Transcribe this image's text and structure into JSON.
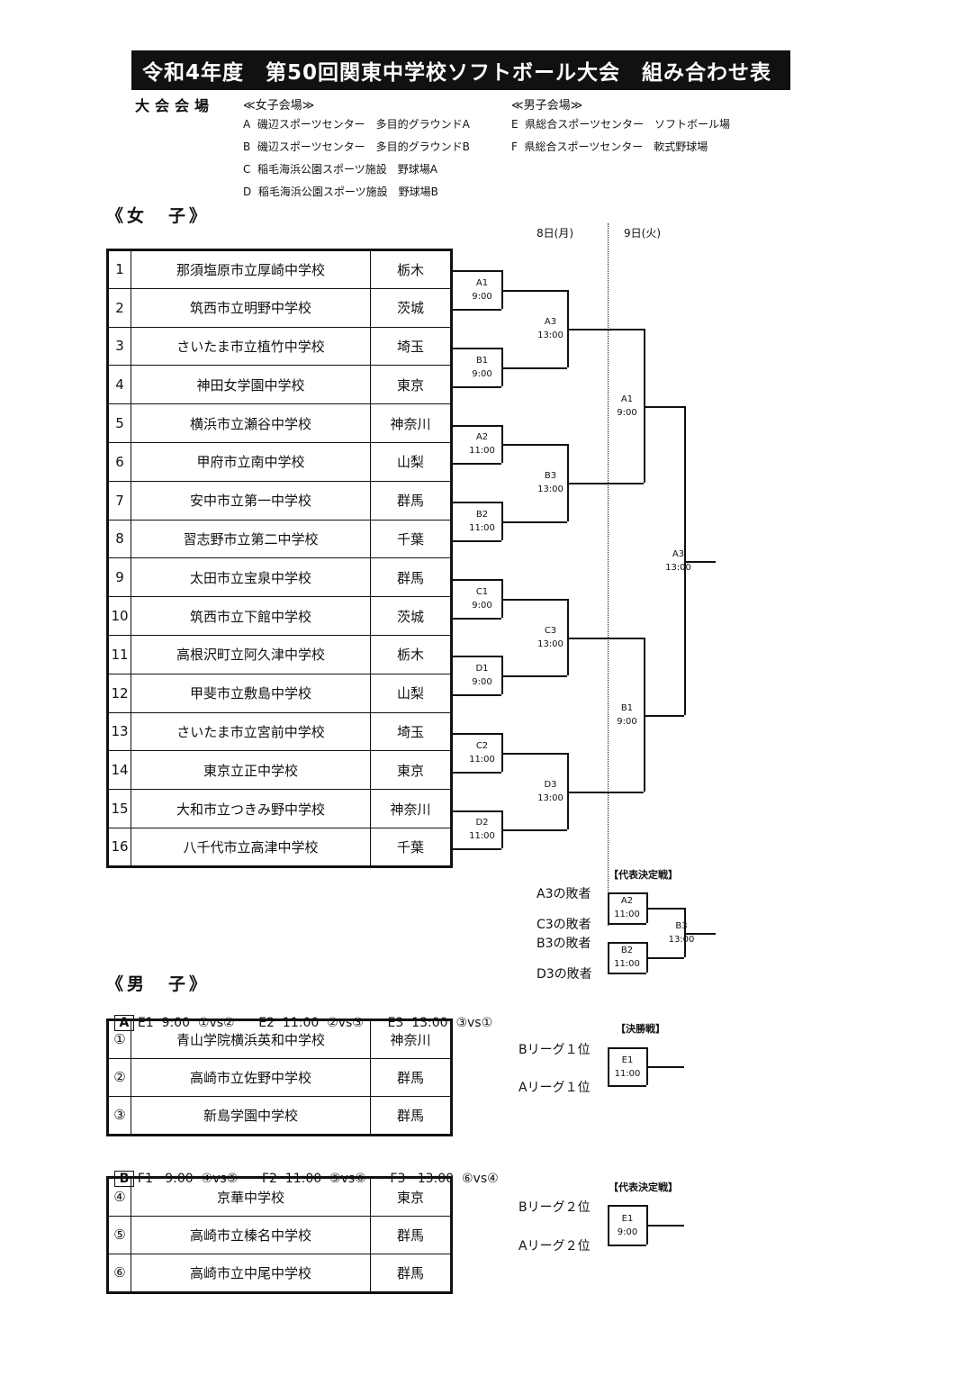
{
  "title": "令和4年度　第50回関東中学校ソフトボール大会　組み合わせ表",
  "venues": {
    "label": "大会会場",
    "girls_heading": "≪女子会場≫",
    "boys_heading": "≪男子会場≫",
    "girls": [
      "A  磯辺スポーツセンター　多目的グラウンドA",
      "B  磯辺スポーツセンター　多目的グラウンドB",
      "C  稲毛海浜公園スポーツ施設　野球場A",
      "D  稲毛海浜公園スポーツ施設　野球場B"
    ],
    "boys": [
      "E  県総合スポーツセンター　ソフトボール場",
      "F  県総合スポーツセンター　軟式野球場"
    ]
  },
  "girls": {
    "heading": "《女　子》",
    "day1": "8日(月)",
    "day2": "9日(火)",
    "teams": [
      {
        "no": "1",
        "name": "那須塩原市立厚崎中学校",
        "pref": "栃木"
      },
      {
        "no": "2",
        "name": "筑西市立明野中学校",
        "pref": "茨城"
      },
      {
        "no": "3",
        "name": "さいたま市立植竹中学校",
        "pref": "埼玉"
      },
      {
        "no": "4",
        "name": "神田女学園中学校",
        "pref": "東京"
      },
      {
        "no": "5",
        "name": "横浜市立瀬谷中学校",
        "pref": "神奈川"
      },
      {
        "no": "6",
        "name": "甲府市立南中学校",
        "pref": "山梨"
      },
      {
        "no": "7",
        "name": "安中市立第一中学校",
        "pref": "群馬"
      },
      {
        "no": "8",
        "name": "習志野市立第二中学校",
        "pref": "千葉"
      },
      {
        "no": "9",
        "name": "太田市立宝泉中学校",
        "pref": "群馬"
      },
      {
        "no": "10",
        "name": "筑西市立下館中学校",
        "pref": "茨城"
      },
      {
        "no": "11",
        "name": "高根沢町立阿久津中学校",
        "pref": "栃木"
      },
      {
        "no": "12",
        "name": "甲斐市立敷島中学校",
        "pref": "山梨"
      },
      {
        "no": "13",
        "name": "さいたま市立宮前中学校",
        "pref": "埼玉"
      },
      {
        "no": "14",
        "name": "東京立正中学校",
        "pref": "東京"
      },
      {
        "no": "15",
        "name": "大和市立つきみ野中学校",
        "pref": "神奈川"
      },
      {
        "no": "16",
        "name": "八千代市立高津中学校",
        "pref": "千葉"
      }
    ],
    "r1": [
      "A1\n9:00",
      "B1\n9:00",
      "A2\n11:00",
      "B2\n11:00",
      "C1\n9:00",
      "D1\n9:00",
      "C2\n11:00",
      "D2\n11:00"
    ],
    "r2": [
      "A3\n13:00",
      "B3\n13:00",
      "C3\n13:00",
      "D3\n13:00"
    ],
    "r3": [
      "A1\n9:00",
      "B1\n9:00"
    ],
    "final": "A3\n13:00",
    "rep": {
      "heading": "【代表決定戦】",
      "sides": [
        "A3の敗者",
        "C3の敗者",
        "B3の敗者",
        "D3の敗者"
      ],
      "m1": "A2\n11:00",
      "m2": "B2\n11:00",
      "m3": "B3\n13:00"
    }
  },
  "boys": {
    "heading": "《男　子》",
    "leagueA": {
      "badge": "A",
      "schedule": "E1  9:00  ①vs②      E2  11:00  ②vs③      E3  13:00  ③vs①",
      "teams": [
        {
          "no": "①",
          "name": "青山学院横浜英和中学校",
          "pref": "神奈川"
        },
        {
          "no": "②",
          "name": "高崎市立佐野中学校",
          "pref": "群馬"
        },
        {
          "no": "③",
          "name": "新島学園中学校",
          "pref": "群馬"
        }
      ]
    },
    "leagueB": {
      "badge": "B",
      "schedule": "F1   9:00  ④vs⑤      F2  11:00  ⑤vs⑥      F3   13:00  ⑥vs④",
      "teams": [
        {
          "no": "④",
          "name": "京華中学校",
          "pref": "東京"
        },
        {
          "no": "⑤",
          "name": "高崎市立榛名中学校",
          "pref": "群馬"
        },
        {
          "no": "⑥",
          "name": "高崎市立中尾中学校",
          "pref": "群馬"
        }
      ]
    },
    "final": {
      "heading": "【決勝戦】",
      "top": "Bリーグ１位",
      "bottom": "Aリーグ１位",
      "match": "E1\n11:00"
    },
    "rep": {
      "heading": "【代表決定戦】",
      "top": "Bリーグ２位",
      "bottom": "Aリーグ２位",
      "match": "E1\n9:00"
    }
  }
}
